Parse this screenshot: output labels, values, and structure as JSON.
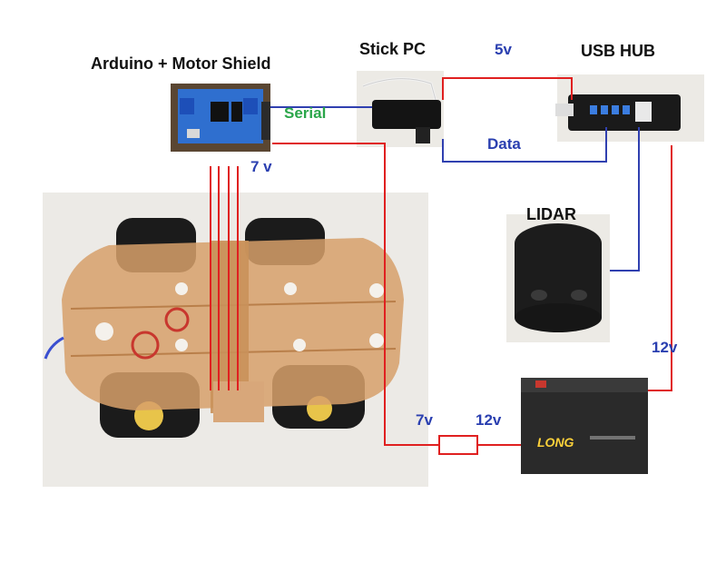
{
  "labels": {
    "arduino": "Arduino + Motor Shield",
    "stickpc": "Stick PC",
    "usbhub": "USB HUB",
    "lidar": "LIDAR",
    "serial": "Serial",
    "data": "Data",
    "v5": "5v",
    "v7_top": "7 v",
    "v7_bottom": "7v",
    "v12_bottom": "12v",
    "v12_right": "12v"
  },
  "battery_brand": "LONG",
  "colors": {
    "power_wire": "#e02020",
    "data_wire": "#3040b0",
    "serial_text": "#2aa64a",
    "voltage_text": "#2a3fb0"
  }
}
